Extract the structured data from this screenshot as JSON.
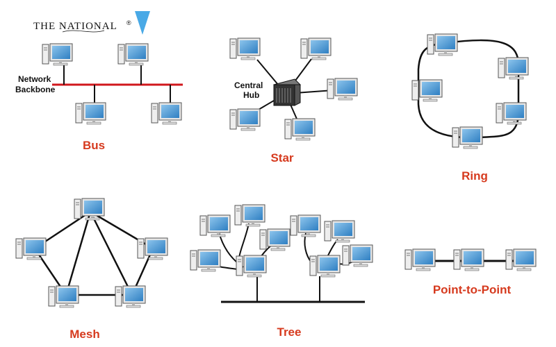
{
  "brand": {
    "text": "THE NATIONAL",
    "mark": "®"
  },
  "labels": {
    "bus": "Bus",
    "star": "Star",
    "ring": "Ring",
    "mesh": "Mesh",
    "tree": "Tree",
    "p2p": "Point-to-Point"
  },
  "bus_backbone": [
    "Network",
    "Backbone"
  ],
  "star_hub": [
    "Central",
    "Hub"
  ],
  "colors": {
    "bus_backbone": "#d0171c",
    "label": "#d63a1e",
    "screen": "#5a9fd4",
    "case": "#e8e8e8",
    "outline": "#555555",
    "wire": "#111111",
    "logo_accent": "#49a9e6"
  }
}
